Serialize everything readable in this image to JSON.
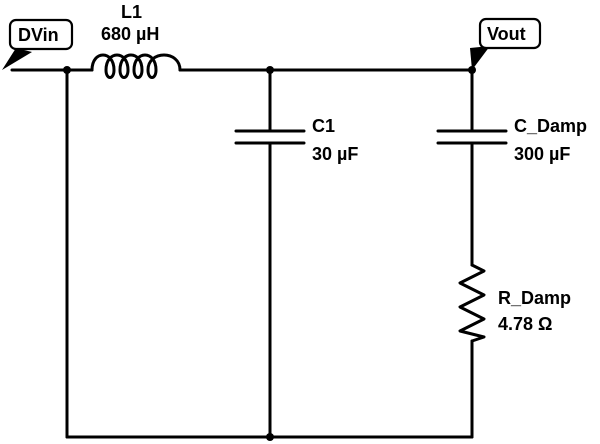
{
  "ports": {
    "input": "DVin",
    "output": "Vout"
  },
  "components": {
    "l1": {
      "name": "L1",
      "value": "680 µH"
    },
    "c1": {
      "name": "C1",
      "value": "30 µF"
    },
    "c_damp": {
      "name": "C_Damp",
      "value": "300 µF"
    },
    "r_damp": {
      "name": "R_Damp",
      "value": "4.78 Ω"
    }
  }
}
